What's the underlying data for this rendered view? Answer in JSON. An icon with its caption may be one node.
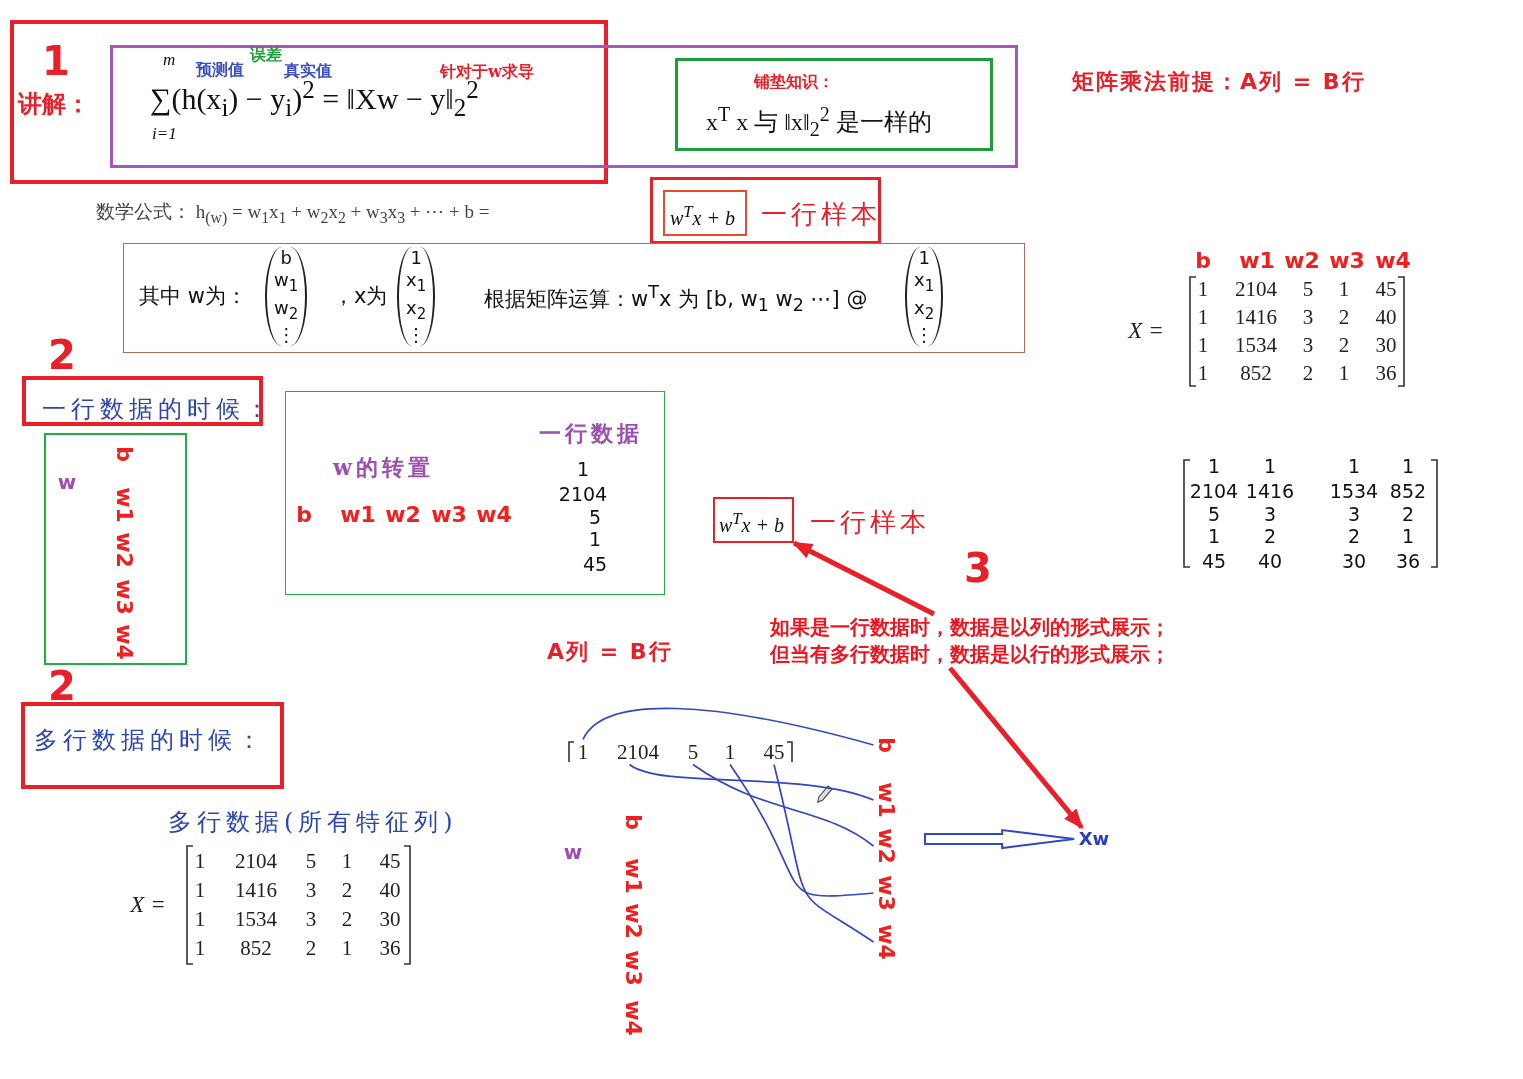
{
  "diagram": {
    "nodes": [
      {
        "text": [
          "1",
          "讲解："
        ]
      },
      {
        "text": [],
        "shape": "box"
      },
      {
        "text": [
          "m",
          "预测值",
          "误差",
          "真实值",
          "针对于w求导",
          "∑(h(x$_{i}$) − y$_{i}$)$^{2}$  =  ‖Xw − y‖$_{2}$$^{2}$",
          "i=1"
        ]
      },
      {
        "text": [
          "铺垫知识：",
          "x$^{T}$ x  与 ‖x‖$_{2}$$^{2}$  是一样的"
        ],
        "in": 1
      },
      {
        "text": [
          "一行样本"
        ]
      },
      {
        "text": [
          "w$^{T}$x + b"
        ],
        "in": 4
      },
      {
        "text": [
          "其中 w为：",
          "b w$_{1}$ w$_{2}$ ⋮",
          "，x为",
          "1 x$_{1}$ x$_{2}$ ⋮",
          "根据矩阵运算：w$^{T}$x 为 [b, w$_{1}$ w$_{2}$ ⋯] @",
          "1 x$_{1}$ x$_{2}$ ⋮"
        ]
      },
      {
        "text": [
          "一行数据的时候："
        ]
      },
      {
        "text": [
          "w",
          "b",
          "w1",
          "w2",
          "w3",
          "w4"
        ]
      },
      {
        "text": [
          "w的转置",
          "b",
          "w1",
          "w2",
          "w3",
          "w4",
          "一行数据",
          "1",
          "2104",
          "5",
          "1",
          "45"
        ]
      },
      {
        "text": [
          "w$^{T}$x + b"
        ],
        "beside": [
          "一行样本"
        ]
      },
      {
        "text": [
          "如果是一行数据时，数据是以列的形式展示；",
          "但当有多行数据时，数据是以行的形式展示；"
        ]
      },
      {
        "text": [
          "多行数据的时候："
        ]
      },
      {
        "text": [
          "1"
        ]
      },
      {
        "text": [
          "2104"
        ]
      },
      {
        "text": [
          "5"
        ]
      },
      {
        "text": [
          "1"
        ]
      },
      {
        "text": [
          "45"
        ]
      },
      {
        "text": [
          "b"
        ]
      },
      {
        "text": [
          "w1"
        ]
      },
      {
        "text": [
          "w2"
        ]
      },
      {
        "text": [
          "w3"
        ]
      },
      {
        "text": [
          "w4"
        ]
      },
      {
        "text": [
          "Xw"
        ]
      }
    ],
    "edges": [
      {
        "from": 11,
        "to": 10,
        "arrow": "to",
        "style": "thick",
        "color": "#e8202a"
      },
      {
        "from": 11,
        "to": 23,
        "arrow": "to",
        "style": "thick",
        "color": "#e8202a"
      },
      {
        "from": null,
        "to": 23,
        "arrow": "to"
      },
      {
        "from": 13,
        "to": 18,
        "arrow": "none"
      },
      {
        "from": 14,
        "to": 19,
        "arrow": "none"
      },
      {
        "from": 15,
        "to": 20,
        "arrow": "none"
      },
      {
        "from": 16,
        "to": 21,
        "arrow": "none"
      },
      {
        "from": 17,
        "to": 22,
        "arrow": "none"
      }
    ],
    "labels": [
      "矩阵乘法前提：A列 = B行",
      "数学公式：   h$_{(w)}$  =  w$_{1}$x$_{1}$ + w$_{2}$x$_{2}$ + w$_{3}$x$_{3}$ + ⋯  + b  =",
      "b",
      "w1",
      "w2",
      "w3",
      "w4",
      "X =",
      "1",
      "2104",
      "5",
      "1",
      "45",
      "1",
      "1416",
      "3",
      "2",
      "40",
      "1",
      "1534",
      "3",
      "2",
      "30",
      "1",
      "852",
      "2",
      "1",
      "36",
      "2",
      "1",
      "1",
      "1",
      "1",
      "2104",
      "1416",
      "1534",
      "852",
      "5",
      "3",
      "3",
      "2",
      "1",
      "2",
      "2",
      "1",
      "45",
      "40",
      "30",
      "36",
      "3",
      "A列 = B行",
      "2",
      "多行数据(所有特征列)",
      "X =",
      "1",
      "2104",
      "5",
      "1",
      "45",
      "1",
      "1416",
      "3",
      "2",
      "40",
      "1",
      "1534",
      "3",
      "2",
      "30",
      "1",
      "852",
      "2",
      "1",
      "36",
      "w",
      "b",
      "w1",
      "w2",
      "w3",
      "w4"
    ]
  }
}
